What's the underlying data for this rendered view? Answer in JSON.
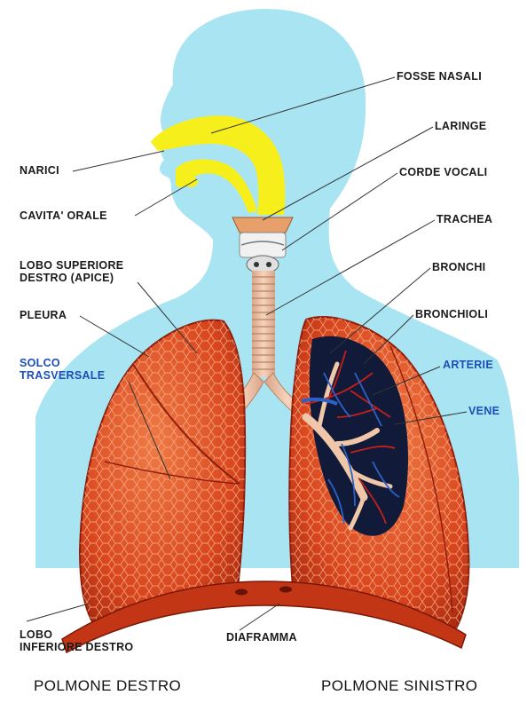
{
  "labels": {
    "fosse_nasali": "FOSSE NASALI",
    "laringe": "LARINGE",
    "narici": "NARICI",
    "corde_vocali": "CORDE VOCALI",
    "cavita_orale": "CAVITA' ORALE",
    "trachea": "TRACHEA",
    "lobo_superiore_1": "LOBO SUPERIORE",
    "lobo_superiore_2": "DESTRO (APICE)",
    "bronchi": "BRONCHI",
    "pleura": "PLEURA",
    "bronchioli": "BRONCHIOLI",
    "solco_1": "SOLCO",
    "solco_2": "TRASVERSALE",
    "arterie": "ARTERIE",
    "vene": "VENE",
    "lobo_inferiore_1": "LOBO",
    "lobo_inferiore_2": "INFERIORE DESTRO",
    "diaframma": "DIAFRAMMA"
  },
  "captions": {
    "left": "POLMONE DESTRO",
    "right": "POLMONE SINISTRO"
  },
  "colors": {
    "body": "#a9e4f2",
    "airway": "#f7ef1c",
    "lung": "#d9461e",
    "lung_dark": "#8e1d0b",
    "trachea": "#f0c7a8",
    "artery": "#c4201a",
    "vein": "#2b62c8",
    "label_blue": "#1a4fb8"
  }
}
